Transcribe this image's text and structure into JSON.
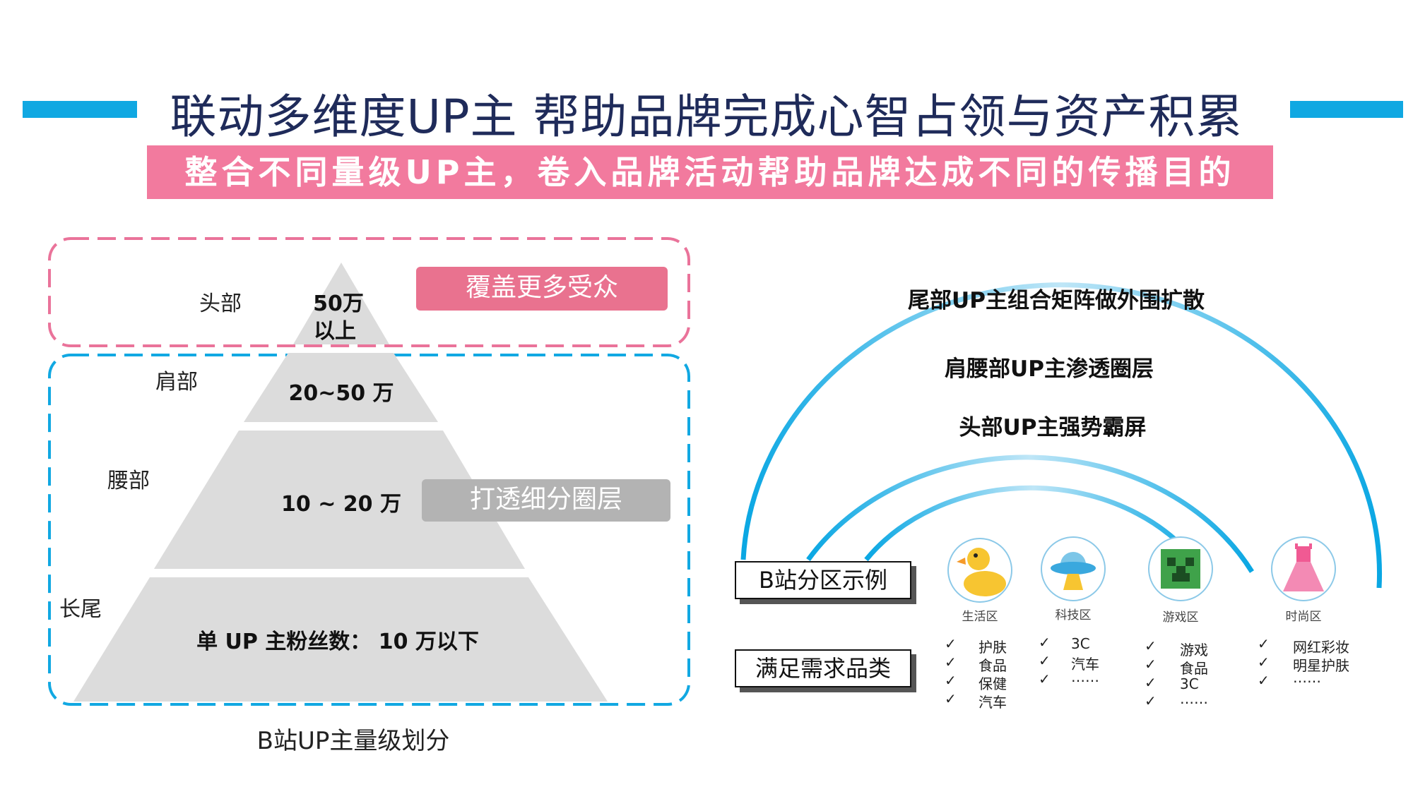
{
  "header": {
    "title": "联动多维度UP主 帮助品牌完成心智占领与资产积累",
    "subtitle": "整合不同量级UP主，卷入品牌活动帮助品牌达成不同的传播目的",
    "accent_color": "#10a8e2",
    "subtitle_bg": "#f27a9e"
  },
  "pyramid": {
    "tiers": [
      {
        "label": "头部",
        "value_line1": "50万",
        "value_line2": "以上"
      },
      {
        "label": "肩部",
        "value": "20~50 万"
      },
      {
        "label": "腰部",
        "value": "10 ~ 20 万"
      },
      {
        "label": "长尾",
        "value": "单 UP 主粉丝数：  10 万以下"
      }
    ],
    "top_tag": "覆盖更多受众",
    "mid_tag": "打透细分圈层",
    "caption": "B站UP主量级划分",
    "pink_color": "#e9728f",
    "grey_color": "#b3b3b3",
    "fill_color": "#dcdcdc"
  },
  "arcs": {
    "outer": "尾部UP主组合矩阵做外围扩散",
    "middle": "肩腰部UP主渗透圈层",
    "inner": "头部UP主强势霸屏"
  },
  "zones": {
    "example_label": "B站分区示例",
    "demand_label": "满足需求品类",
    "categories": [
      {
        "name": "生活区",
        "icon": "duck-icon",
        "items": [
          "护肤",
          "食品",
          "保健",
          "汽车"
        ]
      },
      {
        "name": "科技区",
        "icon": "ufo-icon",
        "items": [
          "3C",
          "汽车",
          "……"
        ]
      },
      {
        "name": "游戏区",
        "icon": "creeper-icon",
        "items": [
          "游戏",
          "食品",
          "3C",
          "……"
        ]
      },
      {
        "name": "时尚区",
        "icon": "dress-icon",
        "items": [
          "网红彩妆",
          "明星护肤",
          "……"
        ]
      }
    ],
    "check_glyph": "✓"
  }
}
